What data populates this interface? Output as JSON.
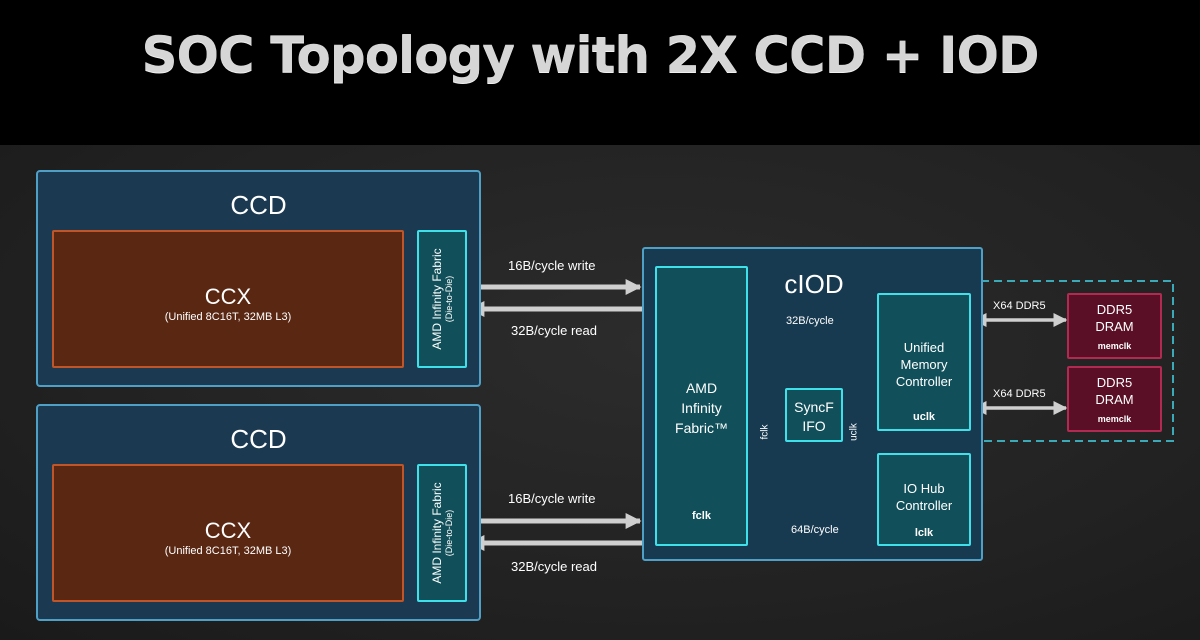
{
  "title": "SOC Topology with 2X CCD + IOD",
  "ccd_top": {
    "label": "CCD",
    "ccx_label": "CCX",
    "ccx_sub": "(Unified 8C16T, 32MB L3)",
    "fabric_l1": "AMD Infinity Fabric",
    "fabric_l2": "(Die-to-Die)",
    "write_label": "16B/cycle write",
    "read_label": "32B/cycle read"
  },
  "ccd_bottom": {
    "label": "CCD",
    "ccx_label": "CCX",
    "ccx_sub": "(Unified 8C16T, 32MB L3)",
    "fabric_l1": "AMD Infinity Fabric",
    "fabric_l2": "(Die-to-Die)",
    "write_label": "16B/cycle write",
    "read_label": "32B/cycle read"
  },
  "ciod": {
    "label": "cIOD",
    "fabric": [
      "AMD",
      "Infinity",
      "Fabric™"
    ],
    "fabric_clock": "fclk",
    "syncfifo": [
      "SyncF",
      "IFO"
    ],
    "fclk_side": "fclk",
    "uclk_side": "uclk",
    "umc": [
      "Unified",
      "Memory",
      "Controller"
    ],
    "umc_clock": "uclk",
    "iohub": [
      "IO Hub",
      "Controller"
    ],
    "iohub_clock": "lclk",
    "umc_link_label": "32B/cycle",
    "iohub_link_label": "64B/cycle"
  },
  "dram": [
    {
      "l1": "DDR5",
      "l2": "DRAM",
      "clock": "memclk",
      "link": "X64 DDR5"
    },
    {
      "l1": "DDR5",
      "l2": "DRAM",
      "clock": "memclk",
      "link": "X64 DDR5"
    }
  ],
  "colors": {
    "ccd_fill": "#1b3950",
    "ccd_border": "#4fa0c7",
    "ccx_fill": "#5a2712",
    "ccx_border": "#c05528",
    "teal_fill": "#11505a",
    "teal_border": "#3ee0ea",
    "dram_fill": "#5a0f26",
    "dram_border": "#b02a52",
    "arrow": "#cfcfcf"
  }
}
